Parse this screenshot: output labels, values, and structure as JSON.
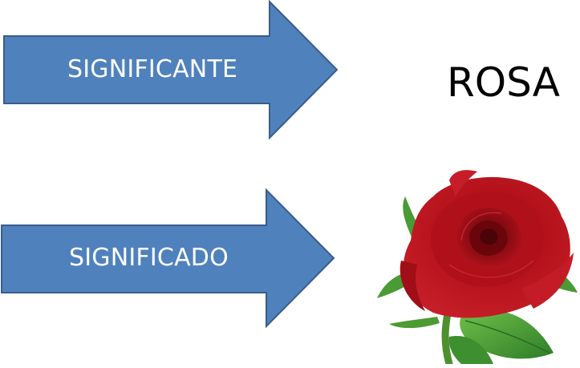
{
  "diagram": {
    "arrow_top": {
      "label": "SIGNIFICANTE"
    },
    "arrow_bottom": {
      "label": "SIGNIFICADO"
    },
    "word": "ROSA",
    "image": {
      "subject": "red-rose",
      "icon": "rose-icon"
    }
  },
  "colors": {
    "arrow_fill": "#4F81BD",
    "arrow_stroke": "#385D8A",
    "arrow_text": "#FFFFFF",
    "word_text": "#000000",
    "rose_red": "#B5121B",
    "leaf_green": "#3E9A34"
  }
}
